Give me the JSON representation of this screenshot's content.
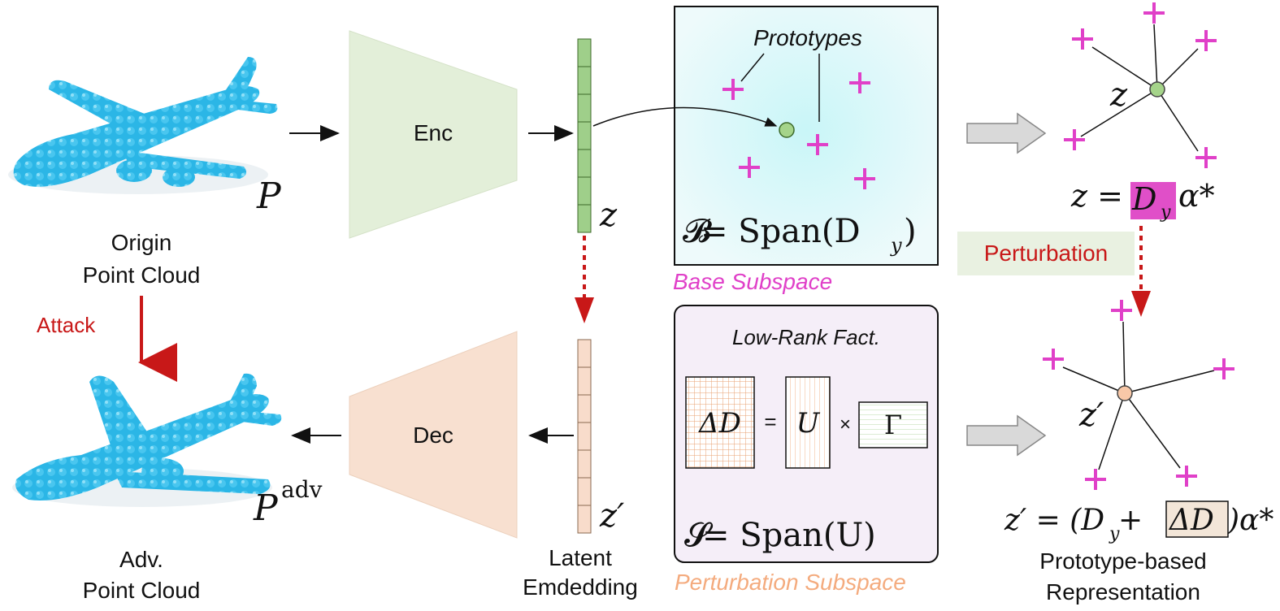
{
  "pointclouds": {
    "origin_symbol": "P",
    "adv_symbol": "P",
    "adv_superscript": "adv",
    "origin_caption_line1": "Origin",
    "origin_caption_line2": "Point Cloud",
    "adv_caption_line1": "Adv.",
    "adv_caption_line2": "Point Cloud",
    "attack_label": "Attack"
  },
  "network": {
    "enc_label": "Enc",
    "dec_label": "Dec",
    "z_symbol": "z",
    "zprime_symbol": "z′",
    "latent_caption_line1": "Latent",
    "latent_caption_line2": "Emdedding"
  },
  "base_subspace": {
    "prototypes_label": "Prototypes",
    "equation_lhs": "𝓑",
    "equation_rhs": " = Span(D",
    "equation_sub": "y",
    "equation_close": ")",
    "caption": "Base Subspace"
  },
  "perturbation_subspace": {
    "title": "Low-Rank Fact.",
    "delta_d": "ΔD",
    "equals": "=",
    "u": "U",
    "times": "×",
    "gamma": "Γ",
    "equation_lhs": "𝓢",
    "equation_rhs": " = Span(U)",
    "caption": "Perturbation Subspace"
  },
  "representation": {
    "z_symbol": "z",
    "zprime_symbol": "z′",
    "eq1_prefix": "z = ",
    "eq1_d": "D",
    "eq1_sub": "y",
    "eq1_suffix": "α*",
    "perturbation_label": "Perturbation",
    "eq2_prefix": "z′ = (D",
    "eq2_sub": "y",
    "eq2_plus": " + ",
    "eq2_delta": "ΔD",
    "eq2_suffix": ")α*",
    "caption_line1": "Prototype-based",
    "caption_line2": "Representation"
  },
  "colors": {
    "point_cloud": "#2bb6e6",
    "encoder": "#e3efd9",
    "decoder": "#f8e0d0",
    "latent_z": "#9fcf8a",
    "latent_zprime": "#f8dccb",
    "prototype_plus": "#e040c8",
    "attack_red": "#c81818",
    "base_caption": "#e040c8",
    "perturbation_caption": "#f4ab7e",
    "dy_highlight": "#e04fc8",
    "perturbation_box": "#e9f1e1",
    "lowrank_box": "#f5eef8",
    "base_box_glow": "#c9f6f8",
    "node_green": "#a5d48a",
    "node_orange": "#f8c8a8"
  }
}
